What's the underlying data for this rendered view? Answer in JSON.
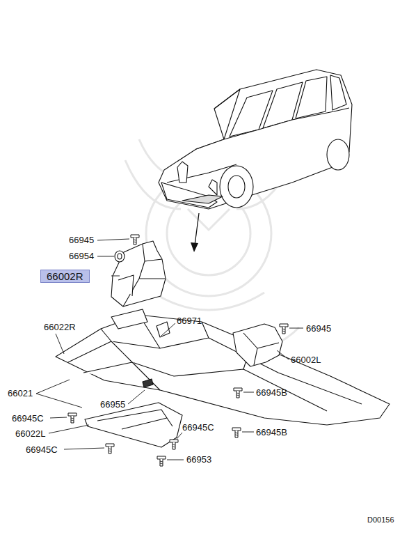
{
  "diagram": {
    "nodes": [
      {
        "text": [
          "66002R"
        ]
      }
    ],
    "labels": [
      "66945",
      "66954",
      "66022R",
      "66971",
      "66945",
      "66002L",
      "66021",
      "66955",
      "66945B",
      "66945C",
      "66022L",
      "66945C",
      "66945B",
      "66945C",
      "66953",
      "D00156"
    ]
  }
}
